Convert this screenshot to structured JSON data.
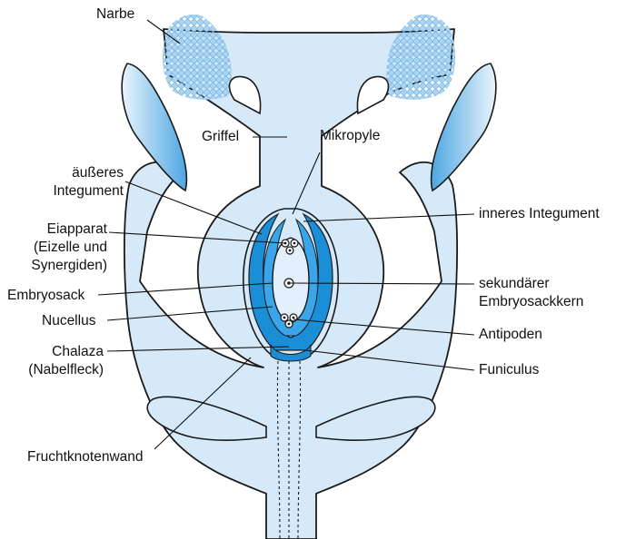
{
  "colors": {
    "tissue_fill": "#d6e9f8",
    "tissue_stroke": "#1b1b1b",
    "integument_blue": "#1a8fd8",
    "pollen_blue": "#a9d3f1",
    "stamen_gradient_light": "#eaf4fc",
    "stamen_gradient_dark": "#4da6e2",
    "label_line": "#111111"
  },
  "labels": {
    "narbe": "Narbe",
    "griffel": "Griffel",
    "mikropyle": "Mikropyle",
    "aeusseres_integument": [
      "äußeres",
      "Integument"
    ],
    "eiapparat": [
      "Eiapparat",
      "(Eizelle und",
      "Synergiden)"
    ],
    "embryosack": "Embryosack",
    "nucellus": "Nucellus",
    "chalaza": [
      "Chalaza",
      "(Nabelfleck)"
    ],
    "fruchtknotenwand": "Fruchtknotenwand",
    "inneres_integument": "inneres Integument",
    "sekundaerer_embryosackkern": [
      "sekundärer",
      "Embryosackkern"
    ],
    "antipoden": "Antipoden",
    "funiculus": "Funiculus"
  }
}
